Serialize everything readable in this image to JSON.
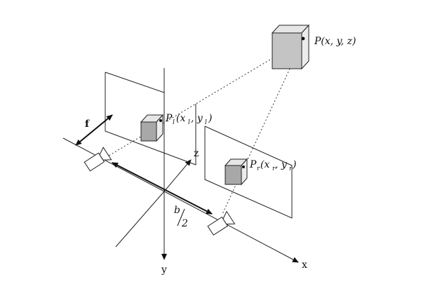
{
  "labels": {
    "point_world": "P(x, y, z)",
    "point_left": "P",
    "point_left_sub": "l",
    "point_left_coords_a": "(x",
    "point_left_coords_b": ", y",
    "point_left_coords_c": ")",
    "point_right": "P",
    "point_right_sub": "r",
    "point_right_coords_a": "(x",
    "point_right_coords_b": ", y",
    "point_right_coords_c": ")",
    "focal_length": "f",
    "baseline_num": "b",
    "baseline_den": "2",
    "axis_x": "x",
    "axis_y": "y",
    "axis_z": "z"
  }
}
